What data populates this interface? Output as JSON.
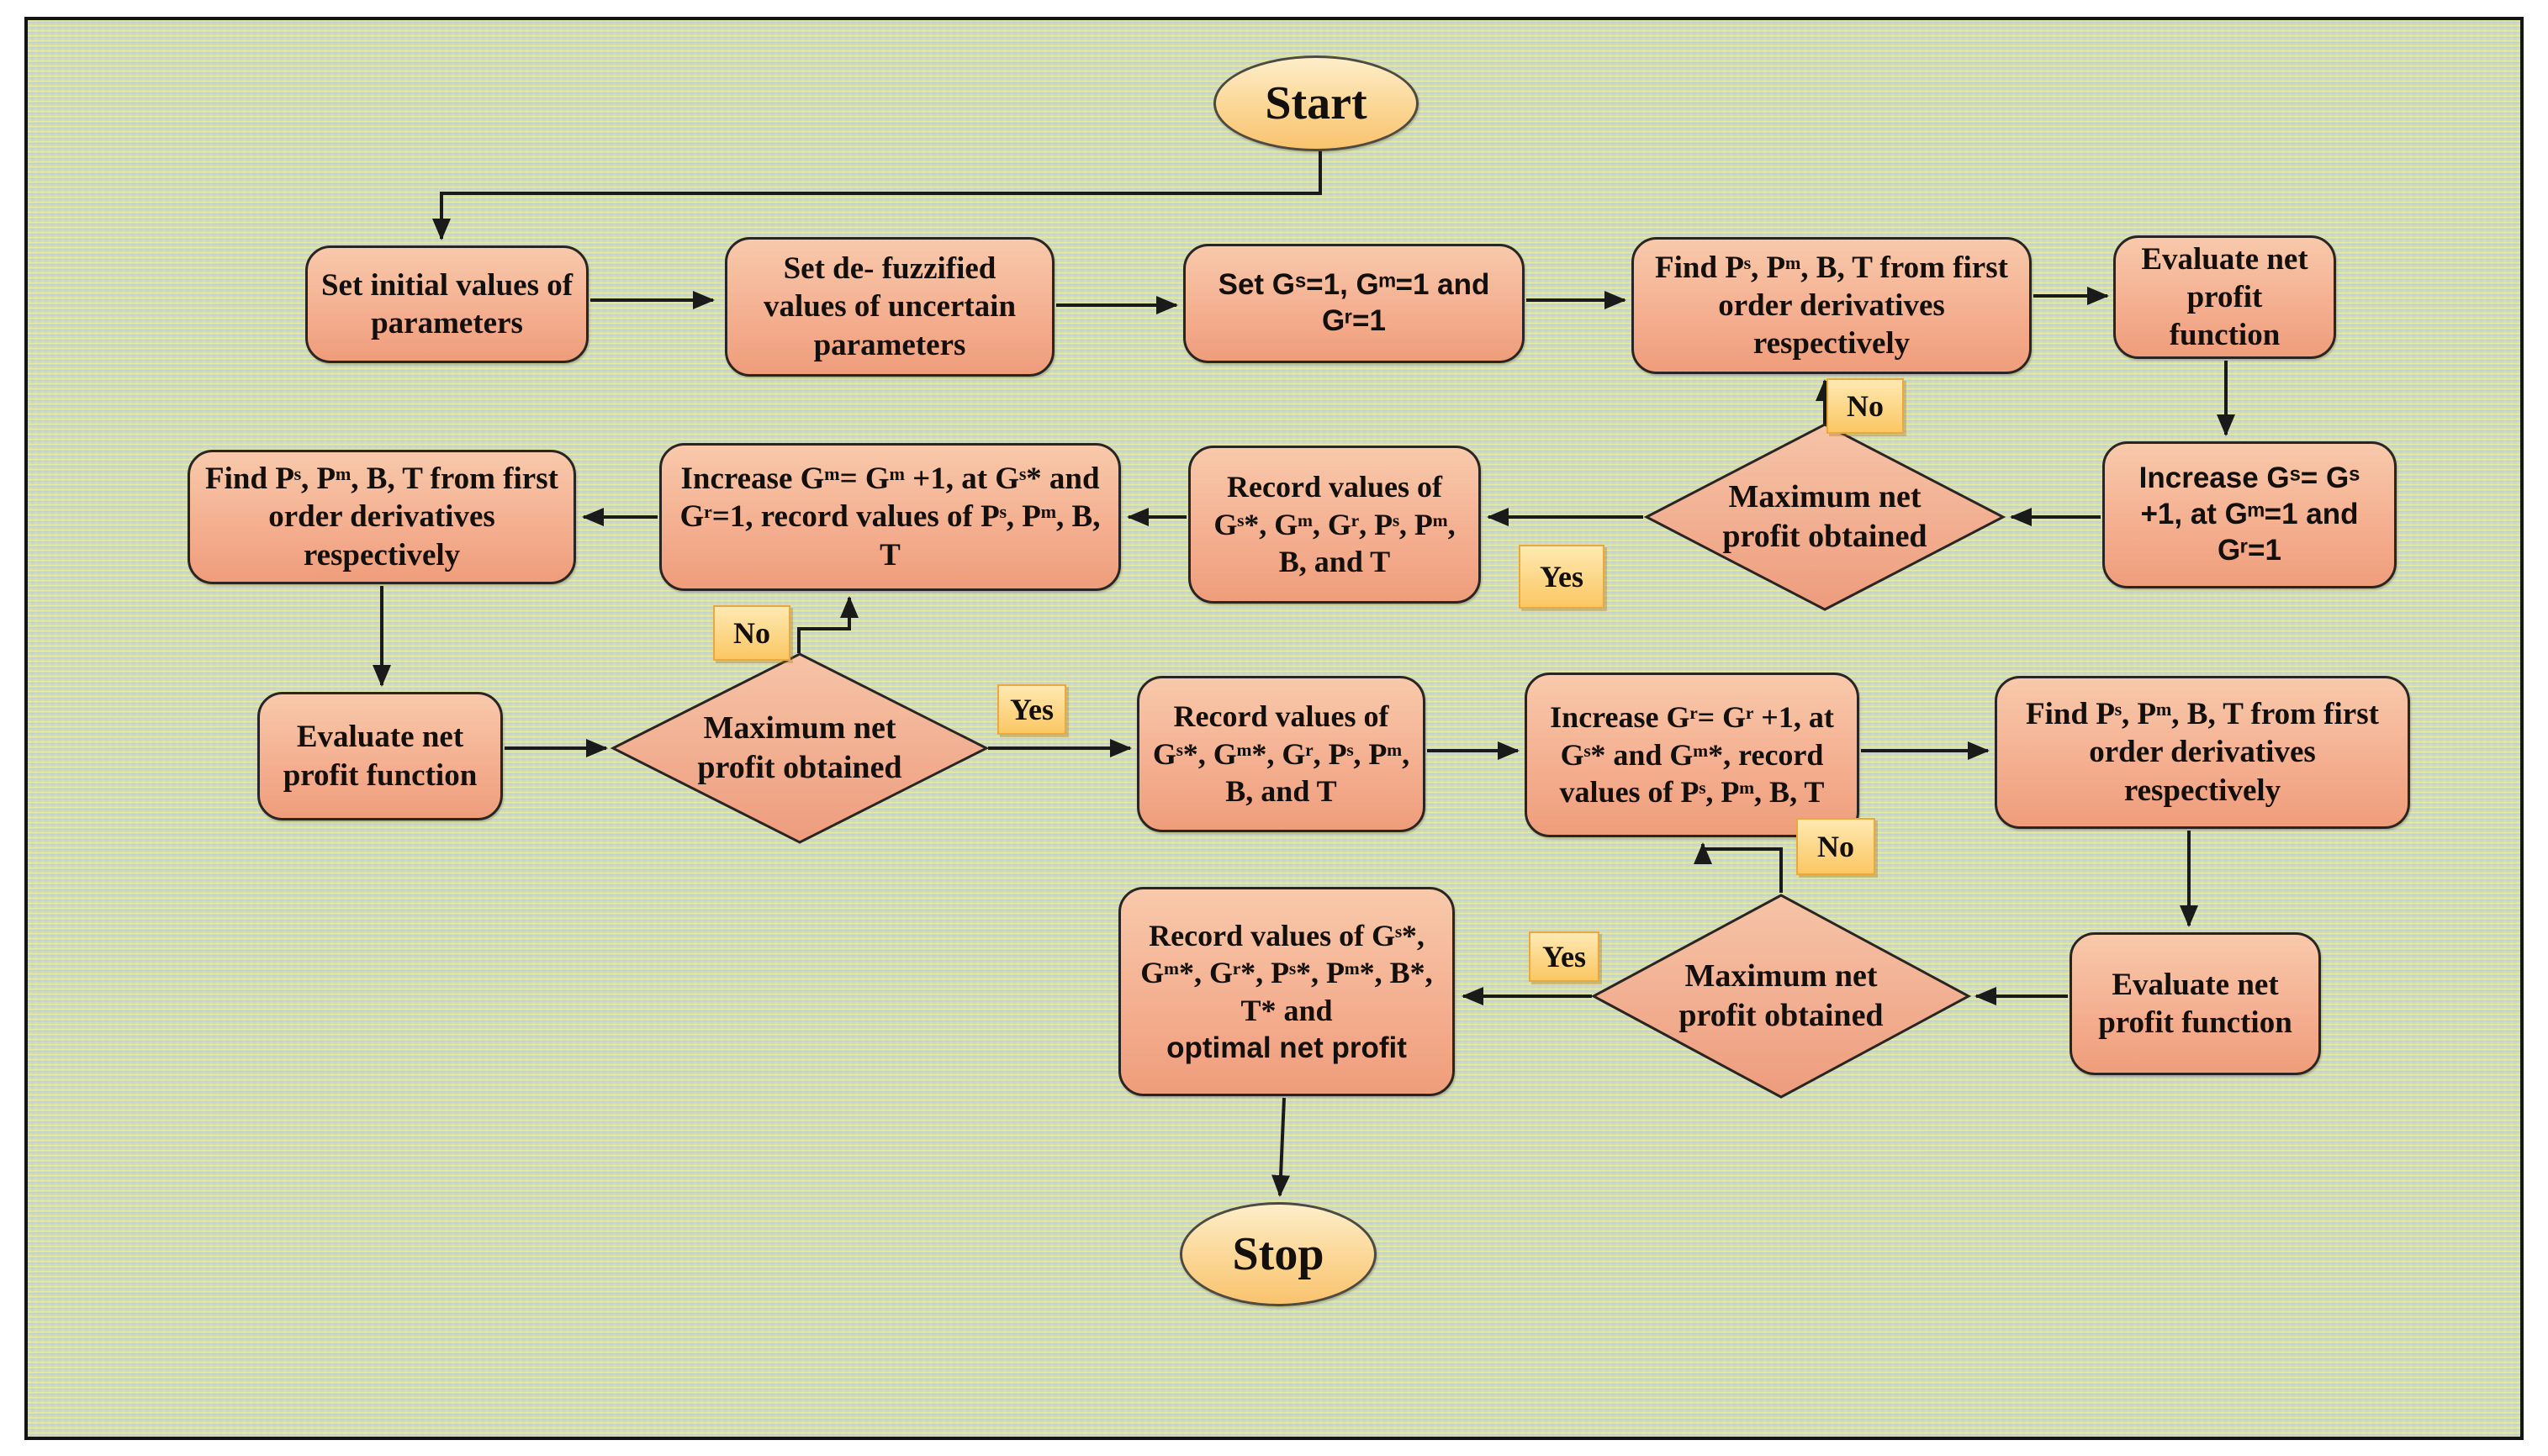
{
  "flowchart": {
    "terminals": {
      "start": "Start",
      "stop": "Stop"
    },
    "branch": {
      "yes": "Yes",
      "no": "No"
    },
    "decision": "Maximum net profit obtained",
    "nodes": {
      "set_initial": "Set initial values of parameters",
      "set_defuzzified": "Set de- fuzzified values of uncertain parameters",
      "set_g": "Set Gˢ=1, Gᵐ=1 and Gʳ=1",
      "find_from_derivatives": "Find Pˢ, Pᵐ, B, T from first order derivatives respectively",
      "evaluate_net_profit": "Evaluate net profit function",
      "increase_gs": "Increase Gˢ= Gˢ +1, at Gᵐ=1 and Gʳ=1",
      "record_1": "Record values of Gˢ*, Gᵐ, Gʳ, Pˢ, Pᵐ, B, and T",
      "increase_gm": "Increase Gᵐ= Gᵐ +1, at Gˢ* and Gʳ=1, record values of Pˢ, Pᵐ, B, T",
      "record_2": "Record values of Gˢ*, Gᵐ*, Gʳ, Pˢ, Pᵐ, B, and T",
      "increase_gr": "Increase Gʳ= Gʳ +1, at Gˢ* and Gᵐ*, record values of Pˢ, Pᵐ, B, T",
      "record_final_line1": "Record values of Gˢ*, Gᵐ*, Gʳ*, Pˢ*, Pᵐ*, B*, T* and",
      "record_final_line2": "optimal net profit"
    },
    "colors": {
      "process_fill_top": "#f8c9ab",
      "process_fill_bottom": "#ef9d7b",
      "terminal_fill_top": "#fdeec9",
      "terminal_fill_bottom": "#f9c36e",
      "label_fill": "#fbc763",
      "connector": "#1a1a1a",
      "background": "#ccd6c0"
    }
  }
}
